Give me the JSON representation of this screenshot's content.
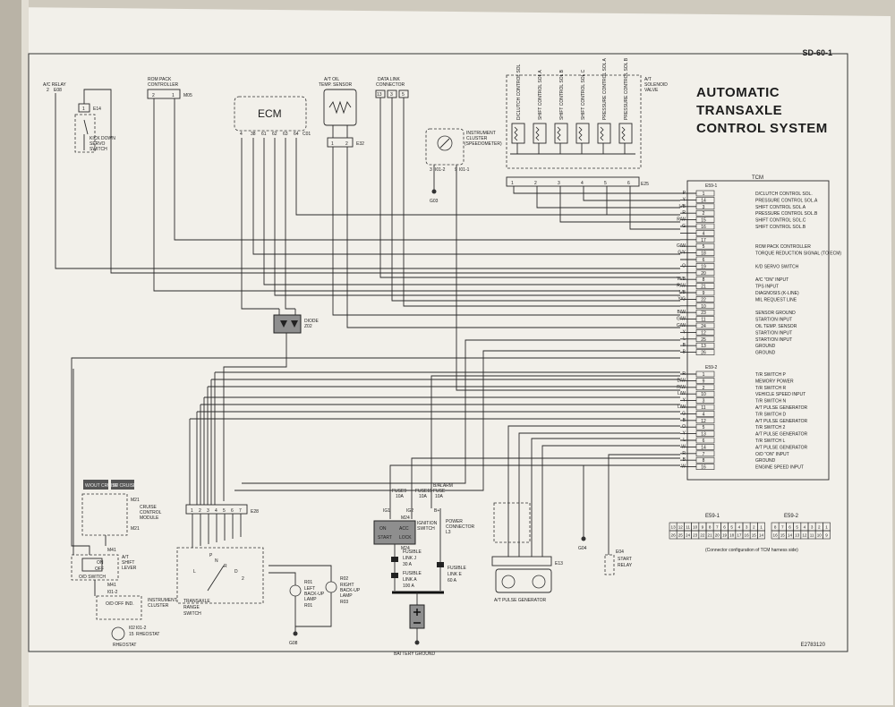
{
  "page": {
    "number": "SD-60-1",
    "code": "E2783120",
    "connector_note": "(Connector configuration of TCM harness side)"
  },
  "title_lines": [
    "AUTOMATIC",
    "TRANSAXLE",
    "CONTROL SYSTEM"
  ],
  "components": {
    "ac_relay": [
      "A/C RELAY",
      "2",
      "E08"
    ],
    "kick_down": [
      "KICK DOWN",
      "SERVO",
      "SWITCH",
      "E14",
      "1"
    ],
    "rom_pack": [
      "ROM PACK",
      "CONTROLLER",
      "M05",
      "2",
      "1"
    ],
    "ecm": {
      "label": "ECM",
      "connector": "C01",
      "pins": [
        "4",
        "38",
        "61",
        "62",
        "63",
        "64"
      ]
    },
    "oil_sensor": [
      "A/T OIL",
      "TEMP. SENSOR",
      "E32",
      "1",
      "2"
    ],
    "data_link": [
      "DATA LINK",
      "CONNECTOR",
      "13",
      "3",
      "5"
    ],
    "inst_cluster_top": [
      "INSTRUMENT",
      "CLUSTER",
      "(SPEEDOMETER)",
      "3",
      "9",
      "I01-2",
      "I01-1",
      "G03"
    ],
    "solenoid_valve_label": [
      "A/T",
      "SOLENOID",
      "VALVE",
      "E25"
    ],
    "solenoids": [
      "D/CLUTCH CONTROL SOL",
      "SHIFT CONTROL SOL A",
      "SHIFT CONTROL SOL B",
      "SHIFT CONTROL SOL C",
      "PRESSURE CONTROL SOL A",
      "PRESSURE CONTROL SOL B"
    ],
    "diode": [
      "DIODE",
      "Z02"
    ],
    "cruise": [
      "W/OUT CRUISE",
      "W/ CRUISE",
      "M21",
      "CRUISE",
      "CONTROL",
      "MODULE",
      "M21"
    ],
    "shift_lever": [
      "M41",
      "A/T",
      "SHIFT",
      "LEVER",
      "O/D SWITCH",
      "ON",
      "OFF",
      "M41",
      "I01-2"
    ],
    "inst_cluster_bottom": [
      "O/D OFF IND.",
      "INSTRUMENT",
      "CLUSTER",
      "RHEOSTAT",
      "I01-2",
      "I02",
      "15",
      "1"
    ],
    "range_switch": [
      "TRANSAXLE",
      "RANGE",
      "SWITCH",
      "E28",
      "P",
      "R",
      "N",
      "D",
      "2",
      "L"
    ],
    "backup_left": [
      "R01",
      "LEFT",
      "BACK-UP",
      "LAMP",
      "R01",
      "G08"
    ],
    "backup_right": [
      "R02",
      "RIGHT",
      "BACK-UP",
      "LAMP",
      "R03"
    ],
    "fuses": [
      "FUSE9",
      "10A",
      "FUSE15",
      "10A",
      "B/ALARM",
      "FUSE",
      "10A",
      "IG1",
      "IG2",
      "B+"
    ],
    "ignition": [
      "M24",
      "IGNITION",
      "SWITCH",
      "ON",
      "ACC",
      "START",
      "LOCK",
      "M24"
    ],
    "power_connector": [
      "POWER",
      "CONNECTOR",
      "L3"
    ],
    "fusible_j": [
      "FUSIBLE",
      "LINK J",
      "30 A"
    ],
    "fusible_a": [
      "FUSIBLE",
      "LINK A",
      "100 A"
    ],
    "fusible_e": [
      "FUSIBLE",
      "LINK E",
      "60 A"
    ],
    "battery": [
      "BATTERY GROUND"
    ],
    "pulse_gen": [
      "A/T PULSE GENERATOR",
      "E13",
      "G04"
    ],
    "start_relay": [
      "E04",
      "START",
      "RELAY"
    ]
  },
  "tcm": {
    "label": "TCM",
    "conn1": "E59-1",
    "rows1": [
      {
        "pin": "1",
        "wire": "P",
        "desc": "D/CLUTCH CONTROL SOL."
      },
      {
        "pin": "14",
        "wire": "Y",
        "desc": "PRESSURE CONTROL SOL.A"
      },
      {
        "pin": "3",
        "wire": "L/B",
        "desc": "SHIFT CONTROL SOL.A"
      },
      {
        "pin": "2",
        "wire": "R",
        "desc": "PRESSURE CONTROL SOL.B"
      },
      {
        "pin": "15",
        "wire": "R/W",
        "desc": "SHIFT CONTROL SOL.C"
      },
      {
        "pin": "16",
        "wire": "G",
        "desc": "SHIFT CONTROL SOL.B"
      },
      {
        "pin": "4",
        "wire": "",
        "desc": ""
      },
      {
        "pin": "17",
        "wire": "",
        "desc": ""
      },
      {
        "pin": "5",
        "wire": "G/W",
        "desc": "ROM PACK CONTROLLER"
      },
      {
        "pin": "18",
        "wire": "G/Y",
        "desc": "TORQUE REDUCTION SIGNAL (TO ECM)"
      },
      {
        "pin": "6",
        "wire": "",
        "desc": ""
      },
      {
        "pin": "19",
        "wire": "O",
        "desc": "K/D SERVO SWITCH"
      },
      {
        "pin": "20",
        "wire": "",
        "desc": ""
      },
      {
        "pin": "8",
        "wire": "W/B",
        "desc": "A/C \"ON\" INPUT"
      },
      {
        "pin": "21",
        "wire": "R/W",
        "desc": "TPS INPUT"
      },
      {
        "pin": "9",
        "wire": "L/B",
        "desc": "DIAGNOSIS (K-LINE)"
      },
      {
        "pin": "22",
        "wire": "Y/G",
        "desc": "MIL REQUEST LINE"
      },
      {
        "pin": "10",
        "wire": "",
        "desc": ""
      },
      {
        "pin": "23",
        "wire": "B/W",
        "desc": "SENSOR GROUND"
      },
      {
        "pin": "11",
        "wire": "G/W",
        "desc": "START/ON INPUT"
      },
      {
        "pin": "24",
        "wire": "G/W",
        "desc": "OIL TEMP. SENSOR"
      },
      {
        "pin": "12",
        "wire": "Y",
        "desc": "START/ON INPUT"
      },
      {
        "pin": "25",
        "wire": "L",
        "desc": "START/ON INPUT"
      },
      {
        "pin": "13",
        "wire": "B",
        "desc": "GROUND"
      },
      {
        "pin": "26",
        "wire": "B",
        "desc": "GROUND"
      }
    ],
    "conn2": "E59-2",
    "rows2": [
      {
        "pin": "1",
        "wire": "R",
        "desc": "T/R SWITCH P"
      },
      {
        "pin": "9",
        "wire": "B/W",
        "desc": "MEMORY POWER"
      },
      {
        "pin": "2",
        "wire": "R/W",
        "desc": "T/R SWITCH R"
      },
      {
        "pin": "10",
        "wire": "L/W",
        "desc": "VEHICLE SPEED INPUT"
      },
      {
        "pin": "3",
        "wire": "Y",
        "desc": "T/R SWITCH N"
      },
      {
        "pin": "11",
        "wire": "L/W",
        "desc": "A/T PULSE GENERATOR"
      },
      {
        "pin": "4",
        "wire": "G",
        "desc": "T/R SWITCH D"
      },
      {
        "pin": "12",
        "wire": "B",
        "desc": "A/T PULSE GENERATOR"
      },
      {
        "pin": "5",
        "wire": "O",
        "desc": "T/R SWITCH 2"
      },
      {
        "pin": "13",
        "wire": "Y",
        "desc": "A/T PULSE GENERATOR"
      },
      {
        "pin": "6",
        "wire": "L",
        "desc": "T/R SWITCH L"
      },
      {
        "pin": "14",
        "wire": "W",
        "desc": "A/T PULSE GENERATOR"
      },
      {
        "pin": "7",
        "wire": "R",
        "desc": "O/D \"ON\" INPUT"
      },
      {
        "pin": "8",
        "wire": "B",
        "desc": "GROUND"
      },
      {
        "pin": "16",
        "wire": "W",
        "desc": "ENGINE SPEED INPUT"
      }
    ]
  },
  "pin_grid": {
    "e59_1_label": "E59-1",
    "e59_1_row1": [
      "13",
      "12",
      "11",
      "10",
      "9",
      "8",
      "7",
      "6",
      "5",
      "4",
      "3",
      "2",
      "1"
    ],
    "e59_1_row2": [
      "26",
      "25",
      "24",
      "23",
      "22",
      "21",
      "20",
      "19",
      "18",
      "17",
      "16",
      "15",
      "14"
    ],
    "e59_2_label": "E59-2",
    "e59_2_row1": [
      "8",
      "7",
      "6",
      "5",
      "4",
      "3",
      "2",
      "1"
    ],
    "e59_2_row2": [
      "16",
      "15",
      "14",
      "13",
      "12",
      "11",
      "10",
      "9"
    ]
  },
  "colors": {
    "paper": "#f2f0ea",
    "ink": "#1d1d1d",
    "shadow": "#3c3c3c",
    "gray_box": "#8e8e8e"
  }
}
